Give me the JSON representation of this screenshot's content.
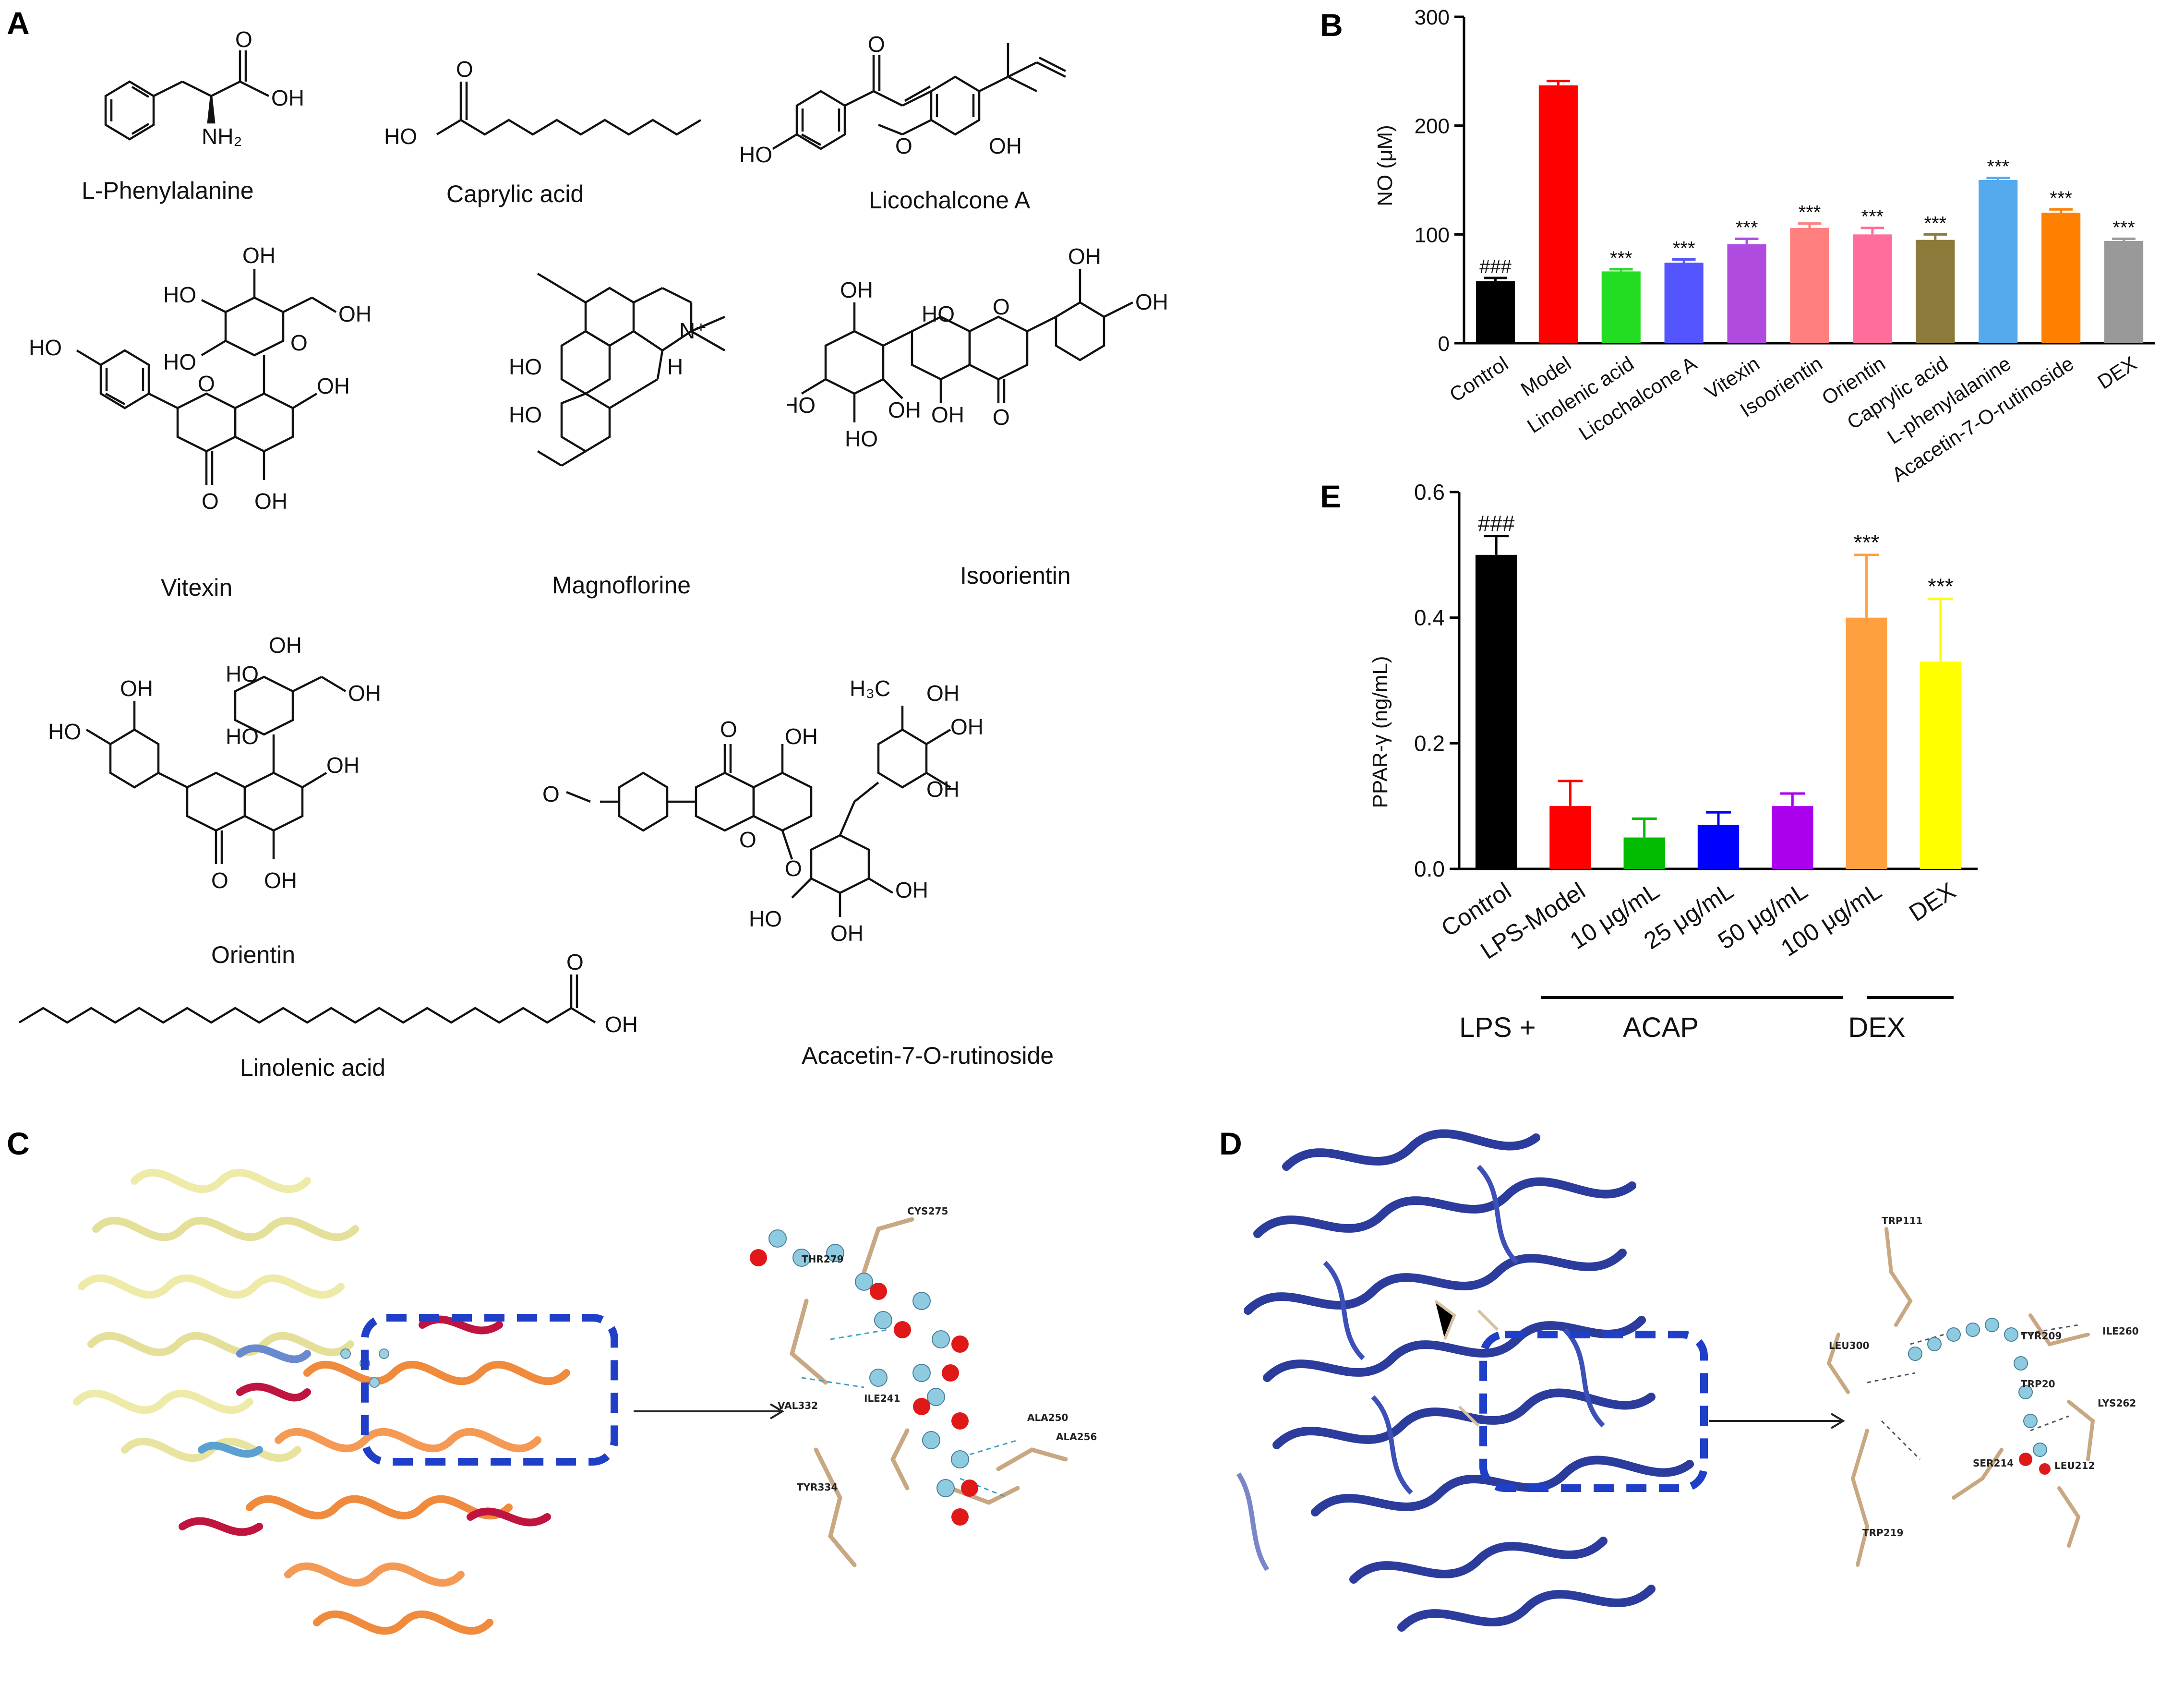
{
  "panels": {
    "a": "A",
    "b": "B",
    "c": "C",
    "d": "D",
    "e": "E"
  },
  "compounds": {
    "l_phenylalanine": "L-Phenylalanine",
    "caprylic_acid": "Caprylic acid",
    "licochalcone_a": "Licochalcone A",
    "vitexin": "Vitexin",
    "magnoflorine": "Magnoflorine",
    "isoorientin": "Isoorientin",
    "orientin": "Orientin",
    "linolenic_acid": "Linolenic acid",
    "acacetin": "Acacetin-7-O-rutinoside"
  },
  "atoms": {
    "oh": "OH",
    "ho": "HO",
    "o": "O",
    "nh2": "NH₂",
    "h": "H",
    "n_plus": "N⁺",
    "h3c": "H₃C"
  },
  "chart_data": [
    {
      "id": "B",
      "type": "bar",
      "ylabel": "NO (μM)",
      "ylim": [
        0,
        300
      ],
      "yticks": [
        0,
        100,
        200,
        300
      ],
      "categories": [
        "Control",
        "Model",
        "Linolenic acid",
        "Licochalcone A",
        "Vitexin",
        "Isoorientin",
        "Orientin",
        "Caprylic acid",
        "L-phenylalanine",
        "Acacetin-7-O-rutinoside",
        "DEX"
      ],
      "values": [
        57,
        237,
        66,
        74,
        91,
        106,
        100,
        95,
        150,
        120,
        94
      ],
      "errors": [
        3,
        4,
        2,
        3,
        5,
        4,
        6,
        5,
        2,
        3,
        2
      ],
      "colors": [
        "#000000",
        "#ff0000",
        "#22dd22",
        "#5555ff",
        "#b04be0",
        "#ff7f7f",
        "#ff6e9a",
        "#8b7a3a",
        "#55aaee",
        "#ff8000",
        "#999999"
      ],
      "annotations": [
        "###",
        "",
        "***",
        "***",
        "***",
        "***",
        "***",
        "***",
        "***",
        "***",
        "***"
      ]
    },
    {
      "id": "E",
      "type": "bar",
      "ylabel": "PPAR-γ (ng/mL)",
      "ylim": [
        0,
        0.6
      ],
      "yticks": [
        "0.0",
        "0.2",
        "0.4",
        "0.6"
      ],
      "categories": [
        "Control",
        "LPS-Model",
        "10  μg/mL",
        "25  μg/mL",
        "50  μg/mL",
        "100 μg/mL",
        "DEX"
      ],
      "values": [
        0.5,
        0.1,
        0.05,
        0.07,
        0.1,
        0.4,
        0.33
      ],
      "errors": [
        0.03,
        0.04,
        0.03,
        0.02,
        0.02,
        0.1,
        0.1
      ],
      "colors": [
        "#000000",
        "#ff0000",
        "#00bb00",
        "#0000ff",
        "#aa00ee",
        "#ffa040",
        "#ffff00"
      ],
      "annotations": [
        "###",
        "",
        "",
        "",
        "",
        "***",
        "***"
      ],
      "group_labels": {
        "lps": "LPS +",
        "acap": "ACAP",
        "dex": "DEX"
      }
    }
  ],
  "docking": {
    "c_residues": [
      "CYS275",
      "THR279",
      "VAL332",
      "ILE241",
      "ALA250",
      "ALA256",
      "TYR334"
    ],
    "d_residues": [
      "TRP111",
      "LEU300",
      "TYR209",
      "ILE260",
      "TRP20",
      "LYS262",
      "SER214",
      "LEU212",
      "TRP219"
    ]
  }
}
